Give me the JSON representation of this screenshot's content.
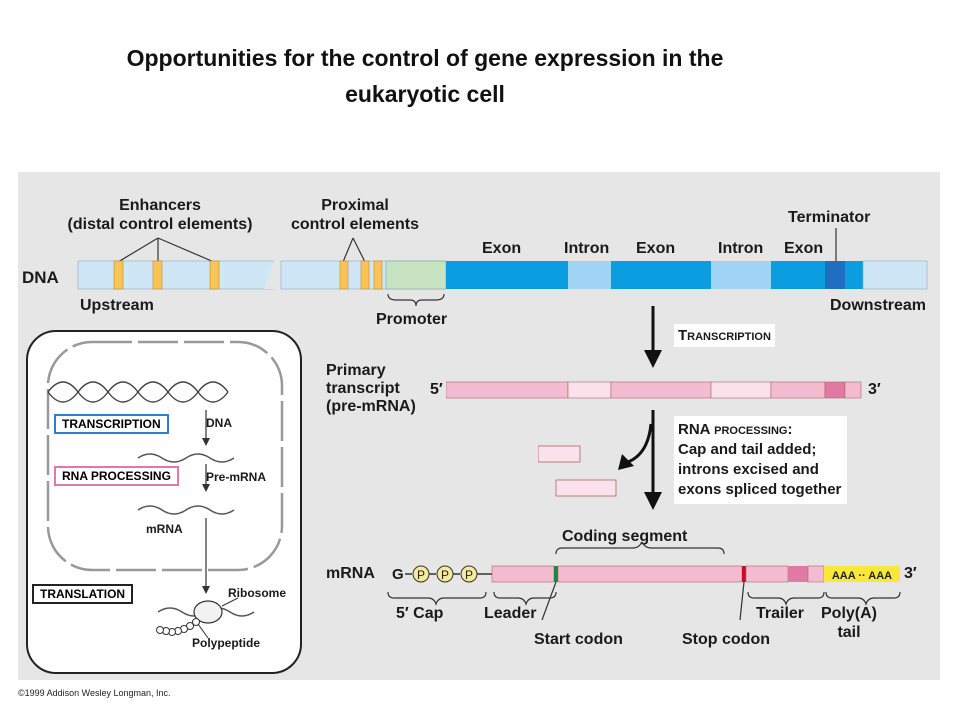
{
  "title": {
    "line1": "Opportunities for the control of gene expression in the",
    "line2": "eukaryotic cell"
  },
  "dna": {
    "label": "DNA",
    "enhancers_label": "Enhancers\n(distal control elements)",
    "proximal_label": "Proximal\ncontrol elements",
    "terminator_label": "Terminator",
    "exon_labels": [
      "Exon",
      "Exon",
      "Exon"
    ],
    "intron_labels": [
      "Intron",
      "Intron"
    ],
    "upstream_label": "Upstream",
    "downstream_label": "Downstream",
    "promoter_label": "Promoter"
  },
  "steps": {
    "transcription": "Transcription",
    "rna_processing": "RNA processing:",
    "rna_processing_detail": "Cap and tail added;\nintrons excised and\nexons spliced together"
  },
  "primary_transcript": {
    "label": "Primary\ntranscript\n(pre-mRNA)",
    "five_prime": "5′",
    "three_prime": "3′"
  },
  "mrna": {
    "label": "mRNA",
    "g_label": "G",
    "phosphates": [
      "P",
      "P",
      "P"
    ],
    "coding_segment": "Coding segment",
    "polya_text": "AAA ·· AAA",
    "three_prime": "3′",
    "cap_label": "5′ Cap",
    "leader_label": "Leader",
    "start_codon": "Start codon",
    "stop_codon": "Stop codon",
    "trailer_label": "Trailer",
    "polya_label": "Poly(A)\ntail"
  },
  "cell_inset": {
    "transcription": "TRANSCRIPTION",
    "rna_processing": "RNA PROCESSING",
    "translation": "TRANSLATION",
    "dna": "DNA",
    "pre_mrna": "Pre-mRNA",
    "mrna": "mRNA",
    "ribosome": "Ribosome",
    "polypeptide": "Polypeptide"
  },
  "copyright": "©1999 Addison Wesley Longman, Inc.",
  "colors": {
    "figure_bg": "#e6e6e6",
    "dna_light": "#cfe6f6",
    "exon_blue": "#0a9ee0",
    "intron_blue": "#9fd4f4",
    "terminator_blue": "#1f6fc0",
    "promoter_green": "#c8e3c2",
    "enhancer_yellow": "#f8c45a",
    "rna_pink": "#f4bcd0",
    "rna_light": "#fbe2ea",
    "rna_dark": "#e07aa4",
    "polya_yellow": "#f7e83a",
    "cell_box_blue": "#2f7fd0",
    "cell_box_pink": "#e07aa4"
  }
}
